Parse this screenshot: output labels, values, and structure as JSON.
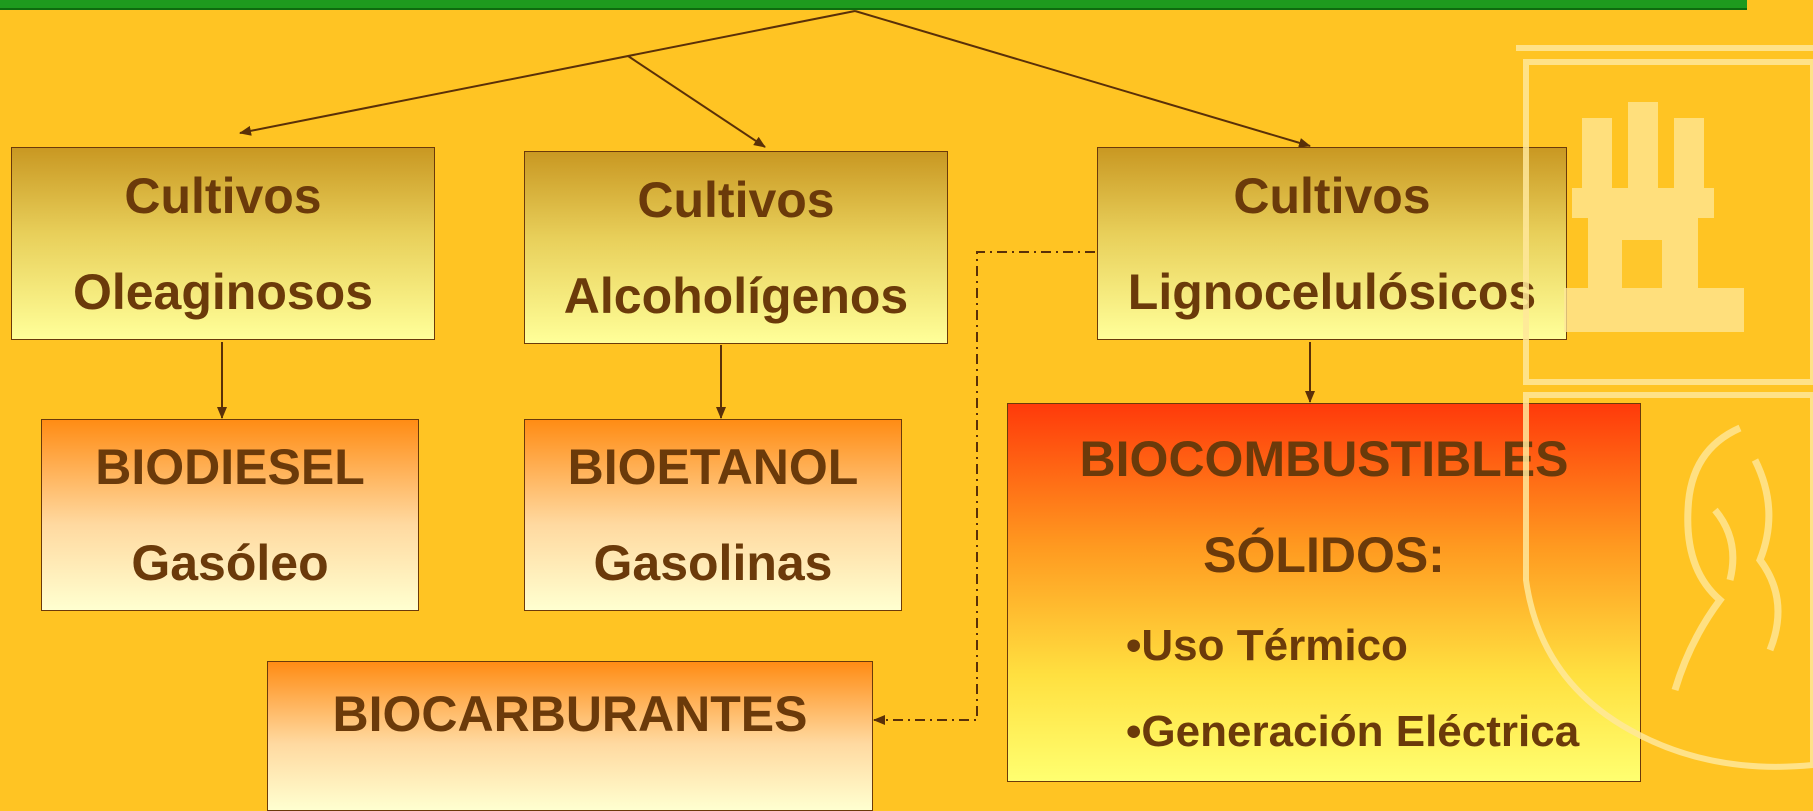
{
  "colors": {
    "background": "#FFC423",
    "top_bar": "#1E9A1E",
    "text": "#6B3A0A",
    "lines": "#5A3008"
  },
  "crops": [
    {
      "line1": "Cultivos",
      "line2": "Oleaginosos"
    },
    {
      "line1": "Cultivos",
      "line2": "Alcoholígenos"
    },
    {
      "line1": "Cultivos",
      "line2": "Lignocelulósicos"
    }
  ],
  "products": [
    {
      "line1": "BIODIESEL",
      "line2": "Gasóleo"
    },
    {
      "line1": "BIOETANOL",
      "line2": "Gasolinas"
    }
  ],
  "biocarburantes": {
    "label": "BIOCARBURANTES"
  },
  "solid": {
    "title1": "BIOCOMBUSTIBLES",
    "title2": "SÓLIDOS:",
    "items": [
      "Uso Térmico",
      "Generación Eléctrica"
    ]
  },
  "emblem": {
    "icon": "castle-lion-coat-of-arms-icon"
  }
}
